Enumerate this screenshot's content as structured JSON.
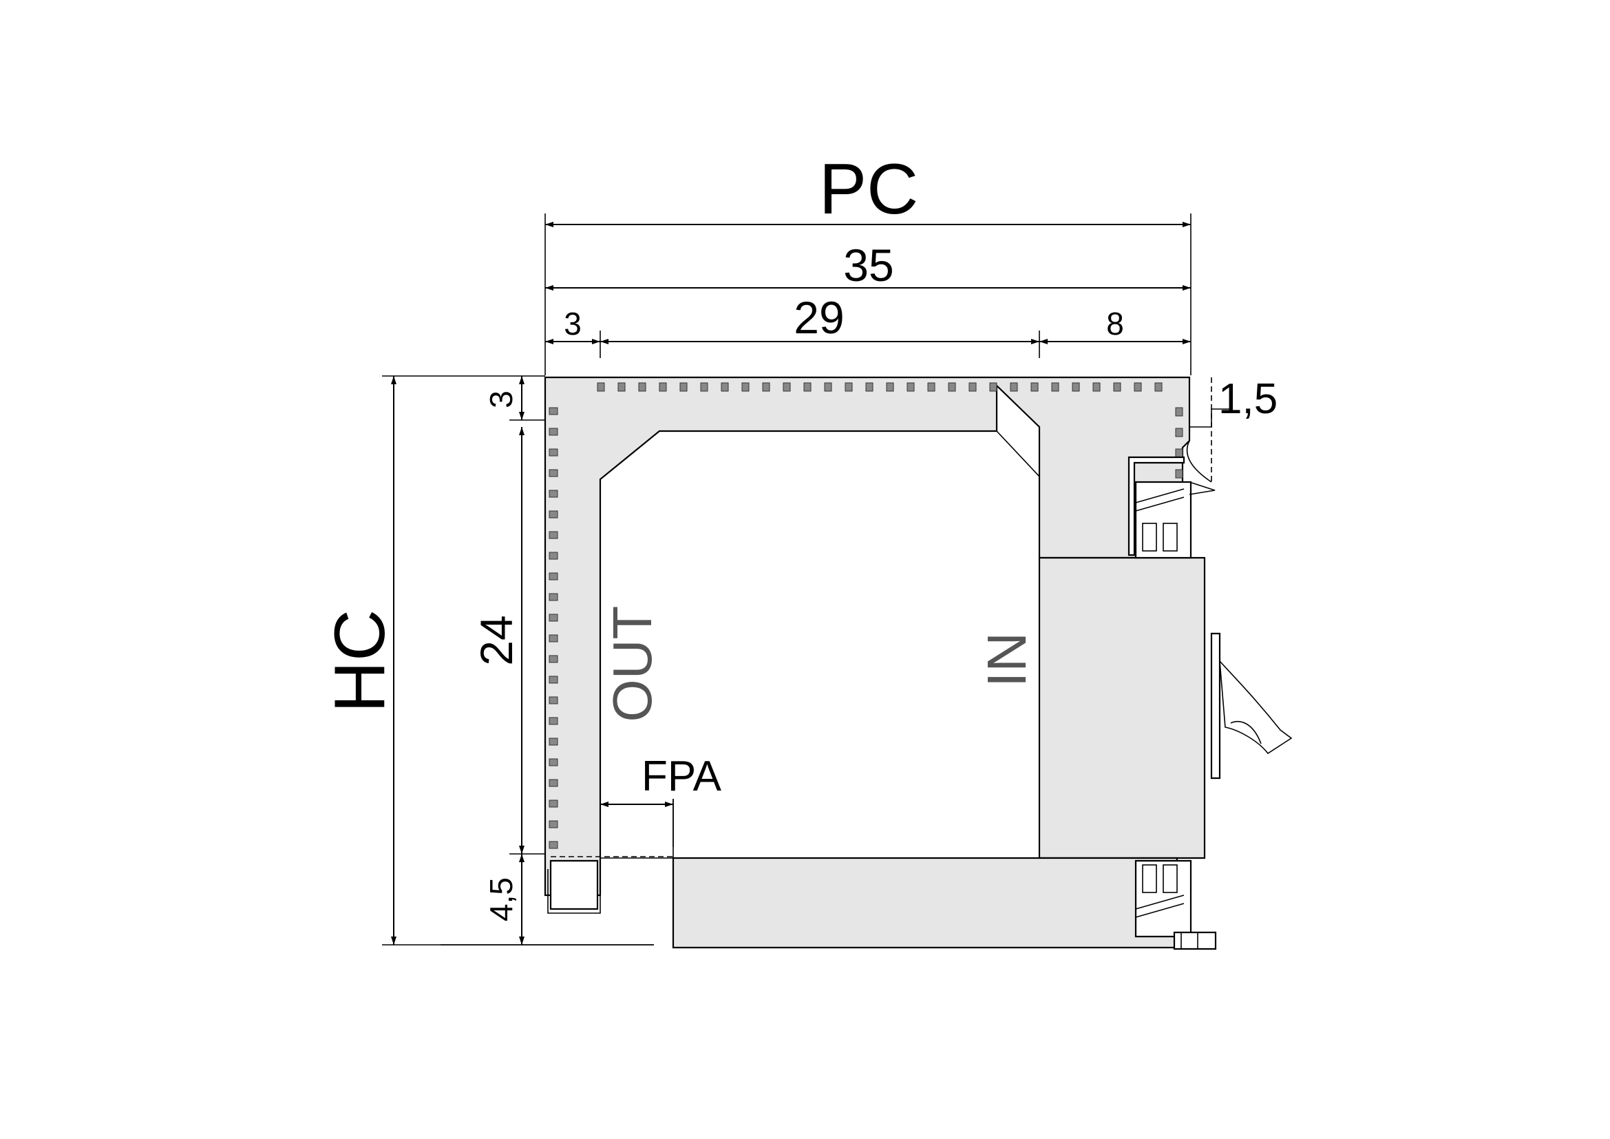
{
  "labels": {
    "width_symbol": "PC",
    "height_symbol": "HC",
    "out": "OUT",
    "in": "IN",
    "fpa": "FPA"
  },
  "dimensions": {
    "total_width": "35",
    "left_segment": "3",
    "middle_segment": "29",
    "right_segment": "8",
    "top_gap": "1,5",
    "top_thickness": "3",
    "inner_height": "24",
    "bottom_thickness": "4,5"
  },
  "colors": {
    "fill": "#e6e6e6",
    "line": "#000000",
    "text_gray": "#555555"
  }
}
